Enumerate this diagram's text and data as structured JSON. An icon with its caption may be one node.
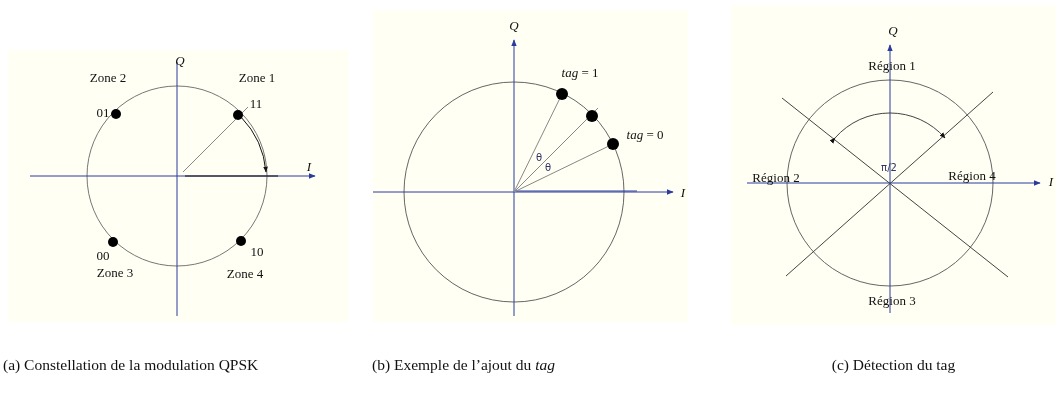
{
  "diagram": {
    "labels": [
      "Q",
      "Zone 2",
      "Zone 1",
      "01",
      "11",
      "I",
      "00",
      "10",
      "Zone 3",
      "Zone 4",
      "Q",
      "*tag* = 1",
      "*tag* = 0",
      "θ",
      "θ",
      "I",
      "Q",
      "Région 1",
      "π/2",
      "Région 2",
      "Région 4",
      "I",
      "Région 3",
      "(a) Constellation de la modulation QPSK",
      "(b) Exemple de l’ajout du *tag*",
      "(c) Détection du tag"
    ]
  }
}
